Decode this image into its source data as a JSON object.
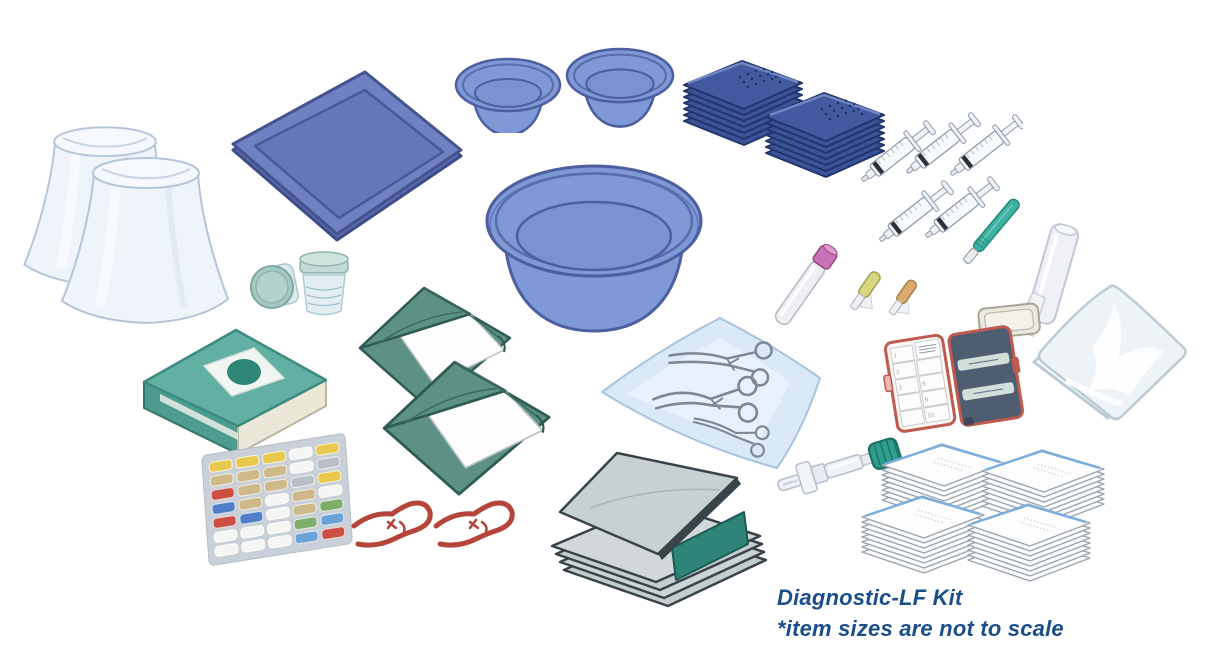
{
  "caption": {
    "title": "Diagnostic-LF Kit",
    "note": "*item sizes are not to scale",
    "color": "#1a4e8b"
  },
  "palette": {
    "bowl_blue": "#7e99d6",
    "tray_blue": "#6e81c3",
    "towel_navy": "#3a5296",
    "gown_green": "#5e9186",
    "wrap_teal": "#62b0a4",
    "scalpel_teal": "#3db2a2",
    "transfer_cap_green": "#2f9e8f",
    "clamp_red": "#b5443a",
    "case_red": "#c05a50",
    "tube_cap_pink": "#c873b7",
    "needle_hub_yellow": "#d8d77e",
    "needle_hub_orange": "#d9a96e",
    "instrument_drape_blue": "#d9e9f8",
    "instrument_gray": "#7d8795",
    "gauze_stripe_blue": "#7aaede",
    "cover_clear_blue": "#eef4fa"
  },
  "items": [
    {
      "name": "equipment-cover",
      "label": "clear equipment cover",
      "count": 2
    },
    {
      "name": "instrument-tray",
      "label": "blue instrument tray",
      "count": 1
    },
    {
      "name": "small-bowl",
      "label": "small blue bowl",
      "count": 2
    },
    {
      "name": "large-bowl",
      "label": "large blue bowl",
      "count": 1
    },
    {
      "name": "towel-stack",
      "label": "stack of navy towels",
      "count": 2
    },
    {
      "name": "syringe",
      "label": "syringe",
      "count": 5
    },
    {
      "name": "specimen-cup",
      "label": "specimen cup",
      "count": 2
    },
    {
      "name": "sterile-wrap-pack",
      "label": "green wrapped sterile pack",
      "count": 1
    },
    {
      "name": "label-sheet",
      "label": "sheet of colored labels",
      "count": 1
    },
    {
      "name": "gown-pack",
      "label": "folded green gown with white liner",
      "count": 2
    },
    {
      "name": "instrument-drape",
      "label": "blue drape with forceps and scissors",
      "count": 1
    },
    {
      "name": "blood-collection-tube",
      "label": "blood tube with pink cap",
      "count": 1
    },
    {
      "name": "capped-needle",
      "label": "capped needle (yellow / orange hub)",
      "count": 2
    },
    {
      "name": "scalpel",
      "label": "teal-handled scalpel",
      "count": 1
    },
    {
      "name": "tube-holder",
      "label": "clear tube holder with base",
      "count": 1
    },
    {
      "name": "slide-case",
      "label": "red slide storage case",
      "count": 1
    },
    {
      "name": "specimen-bag",
      "label": "clear specimen bag",
      "count": 1
    },
    {
      "name": "transfer-device",
      "label": "transfer device with green cap",
      "count": 1
    },
    {
      "name": "gauze-stack",
      "label": "stack of gauze pads",
      "count": 4
    },
    {
      "name": "folded-drape-stack",
      "label": "folded grey and green drapes",
      "count": 1
    },
    {
      "name": "towel-clamp",
      "label": "red towel clamp",
      "count": 2
    }
  ],
  "slide_case": {
    "visible_slot_numbers": [
      "1",
      "2",
      "3",
      "8",
      "9",
      "10"
    ]
  },
  "label_sheet": {
    "rows": [
      [
        "#e9c94d",
        "#e9c94d",
        "#e9c94d",
        "#f5f5f3",
        "#e9c94d"
      ],
      [
        "#cdb98a",
        "#cdb98a",
        "#cdb98a",
        "#f5f5f3",
        "#b9bfc7"
      ],
      [
        "#cc4f43",
        "#cdb98a",
        "#cdb98a",
        "#b9bfc7",
        "#e9c94d"
      ],
      [
        "#4f7fc9",
        "#cdb98a",
        "#f5f5f3",
        "#cdb98a",
        "#f5f5f3"
      ],
      [
        "#cc4f43",
        "#4f7fc9",
        "#f5f5f3",
        "#cdb98a",
        "#7fae6a"
      ],
      [
        "#f5f5f3",
        "#f5f5f3",
        "#f5f5f3",
        "#7fae6a",
        "#6aa3d8"
      ],
      [
        "#f5f5f3",
        "#f5f5f3",
        "#f5f5f3",
        "#6aa3d8",
        "#cc4f43"
      ]
    ]
  }
}
